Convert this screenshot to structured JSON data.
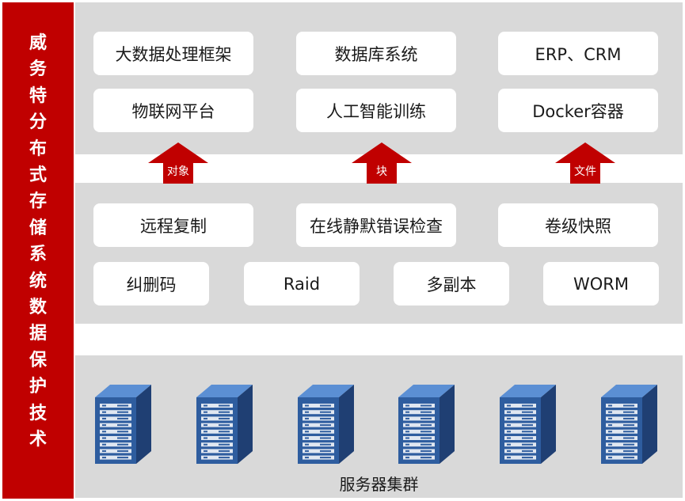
{
  "sidebar": {
    "title": "威务特分布式存储系统数据保护技术",
    "color": "#c00000"
  },
  "applications": {
    "row1": [
      "大数据处理框架",
      "数据库系统",
      "ERP、CRM"
    ],
    "row2": [
      "物联网平台",
      "人工智能训练",
      "Docker容器"
    ]
  },
  "arrows": [
    {
      "label": "对象",
      "icon": "up-arrow-icon"
    },
    {
      "label": "块",
      "icon": "up-arrow-icon"
    },
    {
      "label": "文件",
      "icon": "up-arrow-icon"
    }
  ],
  "features": {
    "row1": [
      "远程复制",
      "在线静默错误检查",
      "卷级快照"
    ],
    "row2": [
      "纠删码",
      "Raid",
      "多副本",
      "WORM"
    ]
  },
  "servers": {
    "count": 6,
    "icon": "server-rack-icon",
    "label": "服务器集群"
  },
  "colors": {
    "accent_red": "#c00000",
    "band_gray": "#d9d9d9",
    "server_blue": "#2e5d9f"
  }
}
